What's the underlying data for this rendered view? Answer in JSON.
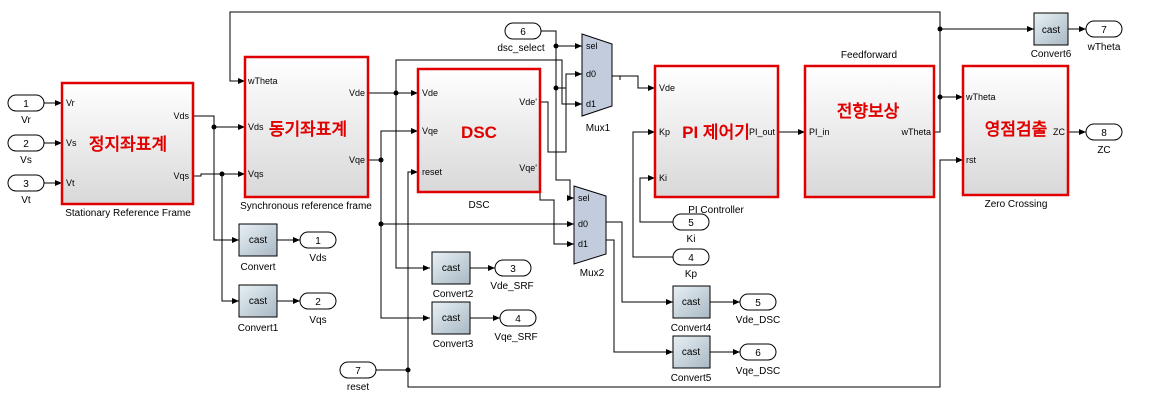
{
  "inports_left": [
    {
      "num": "1",
      "label": "Vr"
    },
    {
      "num": "2",
      "label": "Vs"
    },
    {
      "num": "3",
      "label": "Vt"
    },
    {
      "num": "6",
      "label": "dsc_select"
    },
    {
      "num": "5",
      "label": "Ki"
    },
    {
      "num": "4",
      "label": "Kp"
    },
    {
      "num": "7",
      "label": "reset"
    }
  ],
  "outports": [
    {
      "num": "1",
      "label": "Vds"
    },
    {
      "num": "2",
      "label": "Vqs"
    },
    {
      "num": "3",
      "label": "Vde_SRF"
    },
    {
      "num": "4",
      "label": "Vqe_SRF"
    },
    {
      "num": "5",
      "label": "Vde_DSC"
    },
    {
      "num": "6",
      "label": "Vqe_DSC"
    },
    {
      "num": "7",
      "label": "wTheta"
    },
    {
      "num": "8",
      "label": "ZC"
    }
  ],
  "blocks": {
    "stationary": {
      "name": "Stationary Reference Frame",
      "korean": "정지좌표계",
      "in": [
        "Vr",
        "Vs",
        "Vt"
      ],
      "out": [
        "Vds",
        "Vqs"
      ]
    },
    "synchronous": {
      "name": "Synchronous reference frame",
      "korean": "동기좌표계",
      "in": [
        "wTheta",
        "Vds",
        "Vqs"
      ],
      "out": [
        "Vde",
        "Vqe"
      ]
    },
    "dsc": {
      "name": "DSC",
      "korean": "DSC",
      "in": [
        "Vde",
        "Vqe",
        "reset"
      ],
      "out": [
        "Vde'",
        "Vqe'"
      ]
    },
    "pi": {
      "name": "PI Controller",
      "korean": "PI 제어기",
      "in": [
        "Vde",
        "Kp",
        "Ki"
      ],
      "out": [
        "PI_out"
      ]
    },
    "feedforward": {
      "name": "Feedforward",
      "korean": "전향보상",
      "in": [
        "PI_in"
      ],
      "out": [
        "wTheta"
      ]
    },
    "zc": {
      "name": "Zero Crossing",
      "korean": "영점검출",
      "in": [
        "wTheta",
        "rst"
      ],
      "out": [
        "ZC"
      ]
    }
  },
  "mux": [
    {
      "name": "Mux1",
      "ports": [
        "sel",
        "d0",
        "d1"
      ]
    },
    {
      "name": "Mux2",
      "ports": [
        "sel",
        "d0",
        "d1"
      ]
    }
  ],
  "converts": [
    {
      "name": "Convert",
      "text": "cast"
    },
    {
      "name": "Convert1",
      "text": "cast"
    },
    {
      "name": "Convert2",
      "text": "cast"
    },
    {
      "name": "Convert3",
      "text": "cast"
    },
    {
      "name": "Convert4",
      "text": "cast"
    },
    {
      "name": "Convert5",
      "text": "cast"
    },
    {
      "name": "Convert6",
      "text": "cast"
    }
  ]
}
